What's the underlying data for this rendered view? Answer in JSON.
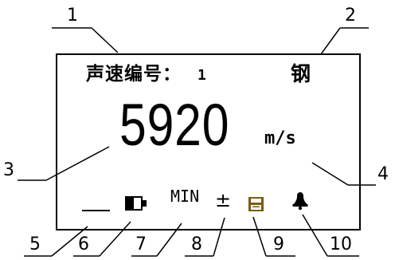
{
  "display": {
    "header_label": "声速编号：",
    "channel_number": "1",
    "material": "钢",
    "reading": "5920",
    "unit": "m/s",
    "mode": "MIN",
    "plus_minus": "±",
    "battery_level": 0.5,
    "save_icon_color": "#7a5c12"
  },
  "callouts": [
    "1",
    "2",
    "3",
    "4",
    "5",
    "6",
    "7",
    "8",
    "9",
    "10"
  ],
  "colors": {
    "line": "#000000",
    "background": "#ffffff",
    "save_icon": "#7a5c12"
  }
}
